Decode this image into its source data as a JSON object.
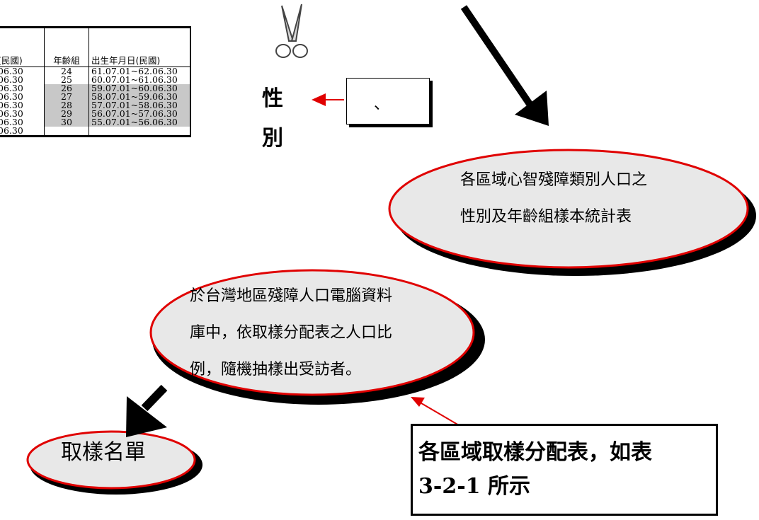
{
  "age_table": {
    "headers": {
      "prev": "(民國)",
      "age_group": "年齡組",
      "birth": "出生年月日(民國)"
    },
    "rows": [
      {
        "prev": "06.30",
        "age": "24",
        "birth": "61.07.01~62.06.30"
      },
      {
        "prev": "06.30",
        "age": "25",
        "birth": "60.07.01~61.06.30"
      },
      {
        "prev": "06.30",
        "age": "26",
        "birth": "59.07.01~60.06.30"
      },
      {
        "prev": "06.30",
        "age": "27",
        "birth": "58.07.01~59.06.30"
      },
      {
        "prev": "06.30",
        "age": "28",
        "birth": "57.07.01~58.06.30"
      },
      {
        "prev": "06.30",
        "age": "29",
        "birth": "56.07.01~57.06.30"
      },
      {
        "prev": "06.30",
        "age": "30",
        "birth": "55.07.01~56.06.30"
      },
      {
        "prev": "06.30",
        "age": "",
        "birth": ""
      }
    ]
  },
  "gender": {
    "char1": "性",
    "char2": "別"
  },
  "small_box": {
    "text": "、"
  },
  "oval_stats": {
    "line1": "各區域心智殘障類別人口之",
    "line2": "性別及年齡組樣本統計表"
  },
  "oval_database": {
    "line1": "於台灣地區殘障人口電腦資料",
    "line2": "庫中，依取樣分配表之人口比",
    "line3": "例，隨機抽樣出受訪者。"
  },
  "oval_list": {
    "text": "取樣名單"
  },
  "note": {
    "line1": "各區域取樣分配表，如表",
    "line2_num": "3-2-1",
    "line2_text": " 所示"
  },
  "colors": {
    "oval_fill": "#e8e8e8",
    "oval_border": "#e00000",
    "shade": "#c8c8c8",
    "arrow_red": "#e00000"
  }
}
